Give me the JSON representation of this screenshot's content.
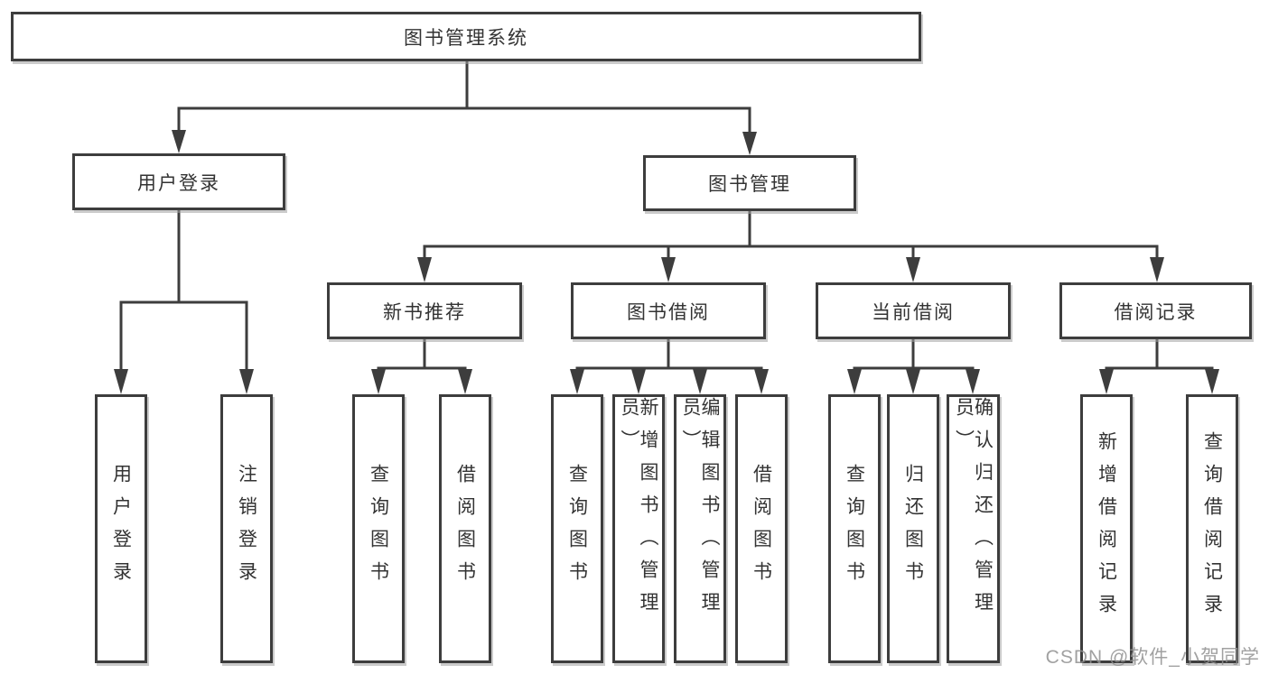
{
  "diagram": {
    "root": {
      "label": "图书管理系统"
    },
    "branches": [
      {
        "label": "用户登录",
        "children": [
          {
            "label": "用户登录"
          },
          {
            "label": "注销登录"
          }
        ]
      },
      {
        "label": "图书管理",
        "children": [
          {
            "label": "新书推荐",
            "children": [
              {
                "label": "查询图书"
              },
              {
                "label": "借阅图书"
              }
            ]
          },
          {
            "label": "图书借阅",
            "children": [
              {
                "label": "查询图书"
              },
              {
                "label": "新增图书（管理员）"
              },
              {
                "label": "编辑图书（管理员）"
              },
              {
                "label": "借阅图书"
              }
            ]
          },
          {
            "label": "当前借阅",
            "children": [
              {
                "label": "查询图书"
              },
              {
                "label": "归还图书"
              },
              {
                "label": "确认归还（管理员）"
              }
            ]
          },
          {
            "label": "借阅记录",
            "children": [
              {
                "label": "新增借阅记录"
              },
              {
                "label": "查询借阅记录"
              }
            ]
          }
        ]
      }
    ],
    "watermark": "CSDN @软件_小贺同学",
    "colors": {
      "line": "#3d3d3d",
      "box_border": "#3d3d3d",
      "box_bg": "#ffffff",
      "text": "#333333",
      "watermark": "#919191"
    }
  }
}
